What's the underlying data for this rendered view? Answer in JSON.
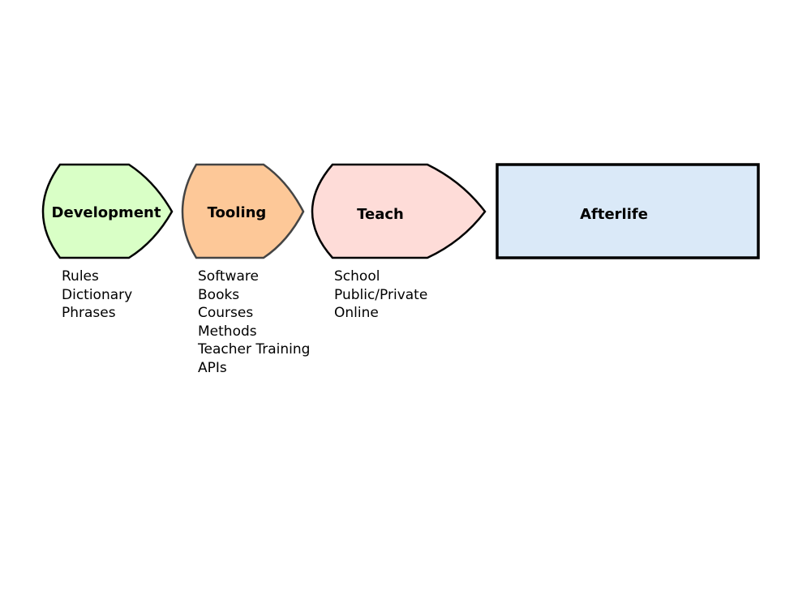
{
  "stages": [
    {
      "label": "Development",
      "fill": "#d9ffc6",
      "stroke": "#000000",
      "items": [
        "Rules",
        "Dictionary",
        "Phrases"
      ]
    },
    {
      "label": "Tooling",
      "fill": "#fdc898",
      "stroke": "#444444",
      "items": [
        "Software",
        "Books",
        "Courses",
        "Methods",
        "Teacher Training",
        "APIs"
      ]
    },
    {
      "label": "Teach",
      "fill": "#fedcd8",
      "stroke": "#000000",
      "items": [
        "School",
        "Public/Private",
        "Online"
      ]
    },
    {
      "label": "Afterlife",
      "fill": "#dae9f8",
      "stroke": "#000000",
      "items": []
    }
  ]
}
